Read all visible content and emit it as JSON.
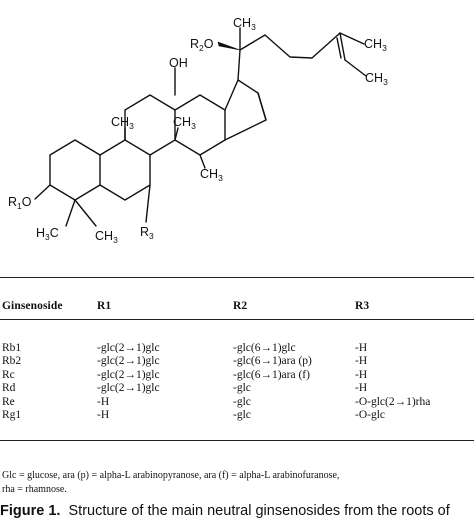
{
  "structure": {
    "labels": {
      "r2o_R": "R",
      "r2o_sub": "2",
      "r2o_O": "O",
      "ch3_side": "CH",
      "ch3_side_sub": "3",
      "ch3_end1": "CH",
      "ch3_end1_sub": "3",
      "ch3_end2": "CH",
      "ch3_end2_sub": "3",
      "oh": "OH",
      "ch3_c19": "CH",
      "ch3_c19_sub": "3",
      "ch3_c18": "CH",
      "ch3_c18_sub": "3",
      "ch3_c30": "CH",
      "ch3_c30_sub": "3",
      "r1o_R": "R",
      "r1o_sub": "1",
      "r1o_O": "O",
      "h3c_H": "H",
      "h3c_sub": "3",
      "h3c_C": "C",
      "ch3_c29": "CH",
      "ch3_c29_sub": "3",
      "r3_R": "R",
      "r3_sub": "3"
    }
  },
  "table": {
    "headers": [
      "Ginsenoside",
      "R1",
      "R2",
      "R3"
    ],
    "rows": [
      [
        "Rb1",
        "-glc(2→1)glc",
        "-glc(6→1)glc",
        "-H"
      ],
      [
        "Rb2",
        "-glc(2→1)glc",
        "-glc(6→1)ara (p)",
        "-H"
      ],
      [
        "Rc",
        "-glc(2→1)glc",
        "-glc(6→1)ara (f)",
        "-H"
      ],
      [
        "Rd",
        "-glc(2→1)glc",
        "-glc",
        "-H"
      ],
      [
        "Re",
        "-H",
        "-glc",
        "-O-glc(2→1)rha"
      ],
      [
        "Rg1",
        "-H",
        "-glc",
        "-O-glc"
      ]
    ]
  },
  "footnote": {
    "line1": "Glc = glucose, ara (p) = alpha-L arabinopyranose, ara (f) = alpha-L arabinofuranose,",
    "line2": "rha = rhamnose."
  },
  "caption": {
    "label": "Figure 1.",
    "text": "Structure of the main neutral ginsenosides from the roots of"
  }
}
